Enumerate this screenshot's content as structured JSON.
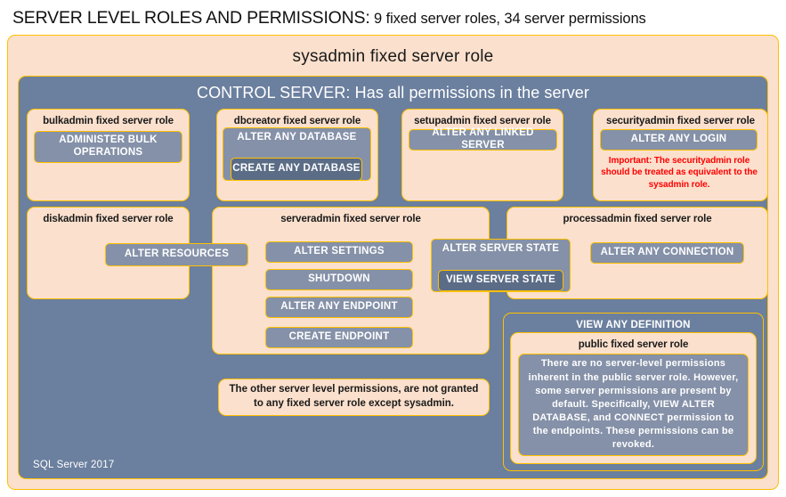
{
  "title": {
    "main": "SERVER LEVEL ROLES AND PERMISSIONS:",
    "sub": " 9 fixed server roles, 34 server permissions"
  },
  "sysadmin": {
    "label": "sysadmin  fixed  server  role"
  },
  "control_server": {
    "label": "CONTROL SERVER: Has all permissions in the server",
    "version": "SQL Server 2017"
  },
  "roles": {
    "bulkadmin": {
      "title": "bulkadmin  fixed server role",
      "permission": "ADMINISTER  BULK OPERATIONS"
    },
    "dbcreator": {
      "title": "dbcreator fixed server role",
      "permission_outer": "ALTER ANY DATABASE",
      "permission_inner": "CREATE  ANY DATABASE"
    },
    "setupadmin": {
      "title": "setupadmin fixed server role",
      "permission": "ALTER ANY LINKED SERVER"
    },
    "securityadmin": {
      "title": "securityadmin  fixed server role",
      "permission": "ALTER ANY LOGIN",
      "note": "Important:  The securityadmin role should  be treated  as equivalent to the  sysadmin role."
    },
    "diskadmin": {
      "title": "diskadmin  fixed server role",
      "permission": "ALTER RESOURCES"
    },
    "serveradmin": {
      "title": "serveradmin fixed server role",
      "permissions": [
        "ALTER SETTINGS",
        "SHUTDOWN",
        "ALTER ANY ENDPOINT",
        "CREATE  ENDPOINT"
      ],
      "permission_outer": "ALTER SERVER STATE",
      "permission_inner": "VIEW SERVER STATE"
    },
    "processadmin": {
      "title": "processadmin  fixed server role",
      "permission": "ALTER ANY CONNECTION"
    },
    "public": {
      "outer_permission": "VIEW  ANY DEFINITION",
      "title": "public  fixed server role",
      "description": "There are no server-level permissions inherent in the public server role. However, some server permissions are present by default. Specifically, VIEW ALTER DATABASE, and CONNECT permission to the endpoints. These permissions can be revoked."
    }
  },
  "notes": {
    "other_permissions": "The other server level permissions,  are not granted to any fixed server role except sysadmin."
  },
  "colors": {
    "peach": "#fbe0cd",
    "slate": "#6b7f9e",
    "permission": "#8591a8",
    "permission_dark": "#5b6c86",
    "border": "#ffc000",
    "warning_text": "#ff0000"
  }
}
